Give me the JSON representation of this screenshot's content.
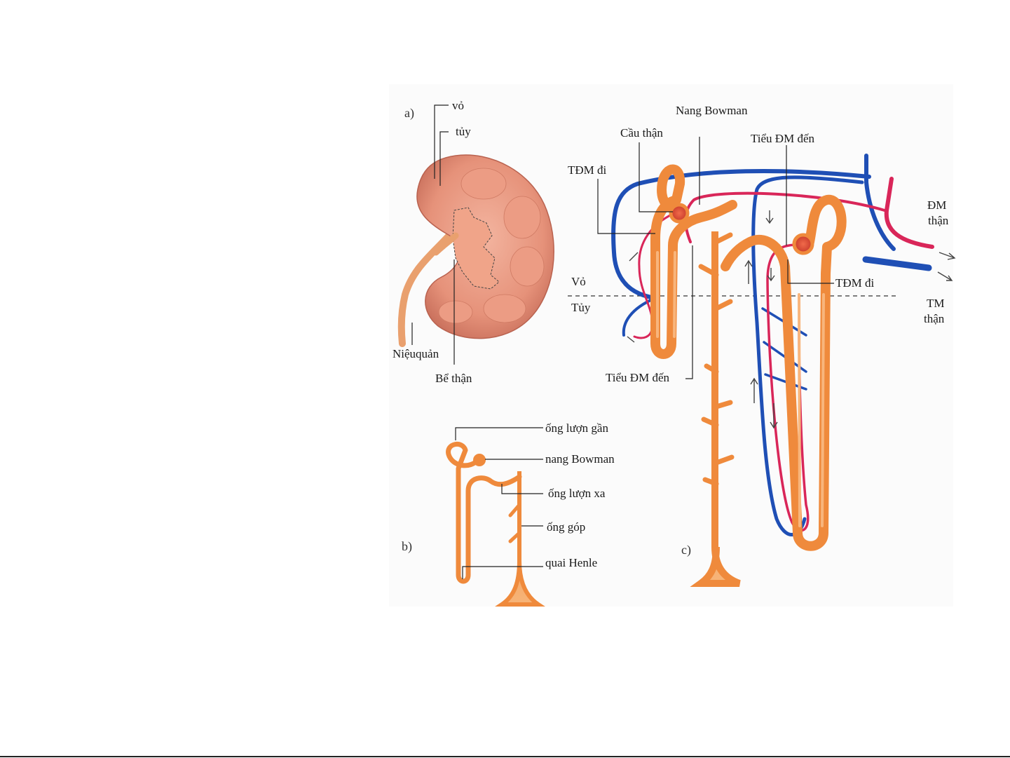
{
  "panels": {
    "a": "a)",
    "b": "b)",
    "c": "c)"
  },
  "panel_a": {
    "cortex": "vỏ",
    "medulla": "tủy",
    "ureter": "Niệuquản",
    "pelvis": "Bể thận"
  },
  "panel_b": {
    "proximal_tubule": "ống lượn gần",
    "bowman_capsule": "nang Bowman",
    "distal_tubule": "ống lượn xa",
    "collecting_duct": "ống góp",
    "loop_of_henle": "quai Henle"
  },
  "panel_c": {
    "bowman_capsule": "Nang Bowman",
    "glomerulus": "Cầu thận",
    "afferent_top": "Tiểu ĐM đến",
    "efferent_left": "TĐM đi",
    "renal_artery_line1": "ĐM",
    "renal_artery_line2": "thận",
    "cortex": "Vỏ",
    "medulla": "Tủy",
    "efferent_right": "TĐM đi",
    "renal_vein_line1": "TM",
    "renal_vein_line2": "thận",
    "afferent_bottom": "Tiểu ĐM đến"
  },
  "colors": {
    "tubule": "#ef8a3c",
    "vein": "#1f4fb5",
    "artery": "#d92659",
    "kidney": "#e9927a"
  }
}
